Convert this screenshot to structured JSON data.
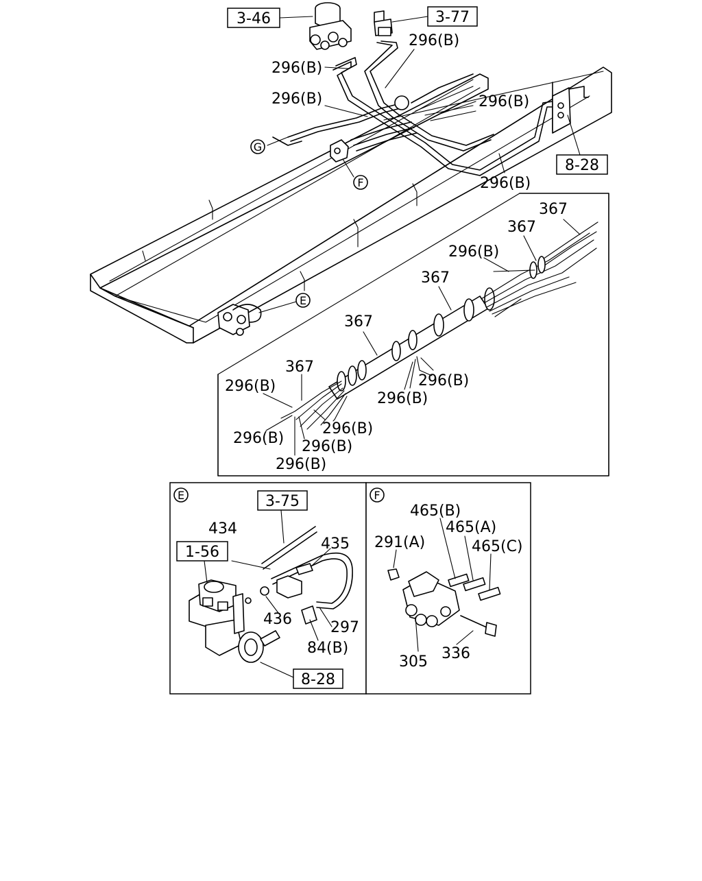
{
  "refs": {
    "ref_346": "3-46",
    "ref_377": "3-77",
    "ref_828_top": "8-28",
    "ref_375": "3-75",
    "ref_156": "1-56",
    "ref_828_bottom": "8-28"
  },
  "callouts": {
    "E": "E",
    "F": "F",
    "G": "G"
  },
  "parts": {
    "p296b": "296(B)",
    "p367": "367",
    "p434": "434",
    "p435": "435",
    "p436": "436",
    "p297": "297",
    "p84b": "84(B)",
    "p465b": "465(B)",
    "p465a": "465(A)",
    "p465c": "465(C)",
    "p291a": "291(A)",
    "p305": "305",
    "p336": "336"
  }
}
